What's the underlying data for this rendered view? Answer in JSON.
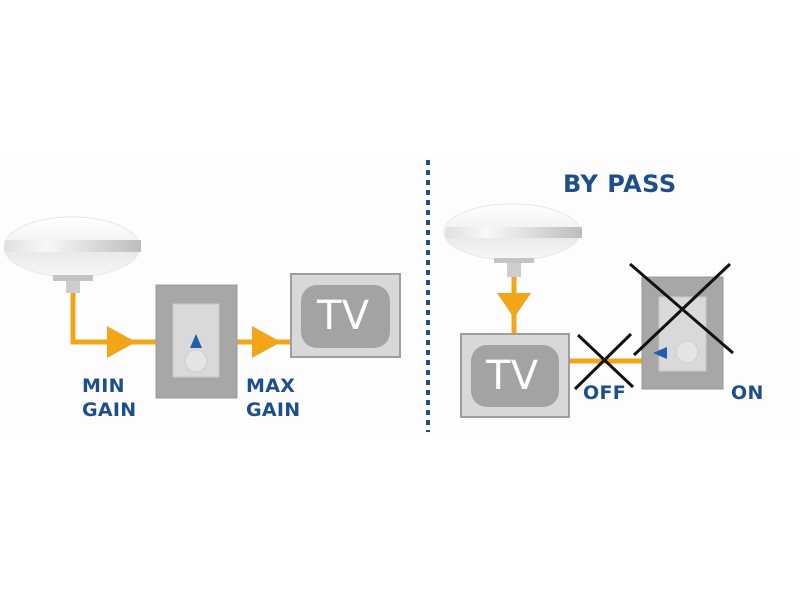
{
  "colors": {
    "signal": "#f2a516",
    "label": "#1d4f8c",
    "divider": "#1f4f86",
    "device_outer": "#a7a7a7",
    "device_inner": "#d9d9d9",
    "tv_frame": "#d8d8d8",
    "tv_screen": "#a3a3a3",
    "knob": "#e4e4e4",
    "indicator": "#1f5fa8",
    "cross": "#111111"
  },
  "left_panel": {
    "amplifier_setting_min": "MIN",
    "amplifier_setting_min_sub": "GAIN",
    "amplifier_setting_max": "MAX",
    "amplifier_setting_max_sub": "GAIN",
    "tv_label": "TV"
  },
  "right_panel": {
    "title": "BY PASS",
    "tv_label": "TV",
    "switch_off_label": "OFF",
    "switch_on_label": "ON"
  },
  "icons": [
    "antenna-dome-icon",
    "amplifier-box-icon",
    "tv-icon",
    "arrow-icon",
    "cross-mark-icon"
  ]
}
